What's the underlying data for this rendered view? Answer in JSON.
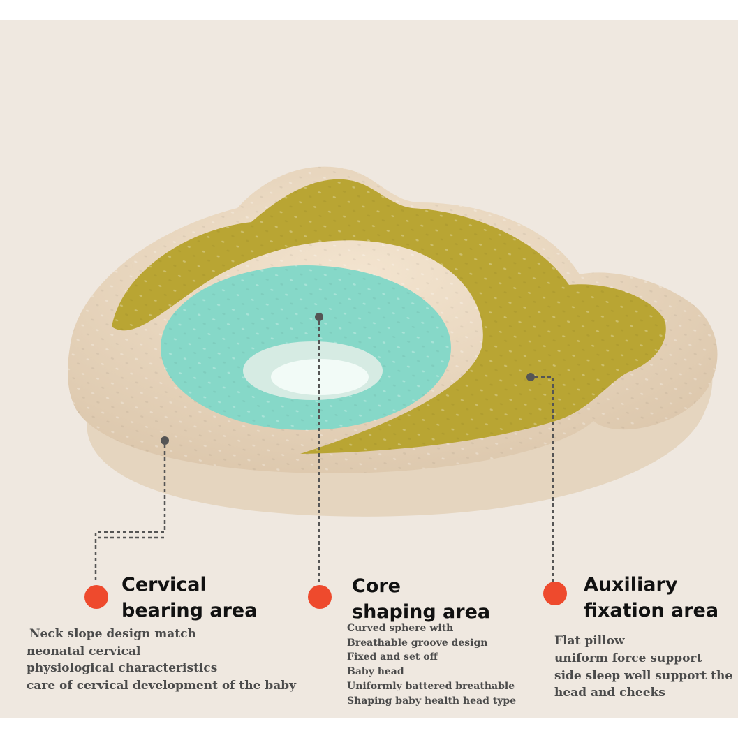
{
  "colors": {
    "background": "#efe8e0",
    "pillow_base": "#e5d5bf",
    "pillow_top": "#eddcc6",
    "mustard_area": "#b9a533",
    "aqua_ring": "#86d8c8",
    "marker": "#ee4a2d",
    "connector": "#555555"
  },
  "features": [
    {
      "title_lines": [
        "Cervical",
        "bearing area"
      ],
      "description": [
        "Neck slope design match",
        "neonatal cervical",
        "physiological characteristics",
        "care of cervical development of the baby"
      ]
    },
    {
      "title_lines": [
        "Core",
        "shaping area"
      ],
      "description": [
        "Curved sphere with",
        "Breathable groove design",
        "Fixed and set off",
        "Baby head",
        "Uniformly battered breathable",
        "Shaping baby health head type"
      ]
    },
    {
      "title_lines": [
        "Auxiliary",
        "fixation area"
      ],
      "description": [
        "Flat pillow",
        "uniform force support",
        "side sleep well support the",
        "head and cheeks"
      ]
    }
  ]
}
